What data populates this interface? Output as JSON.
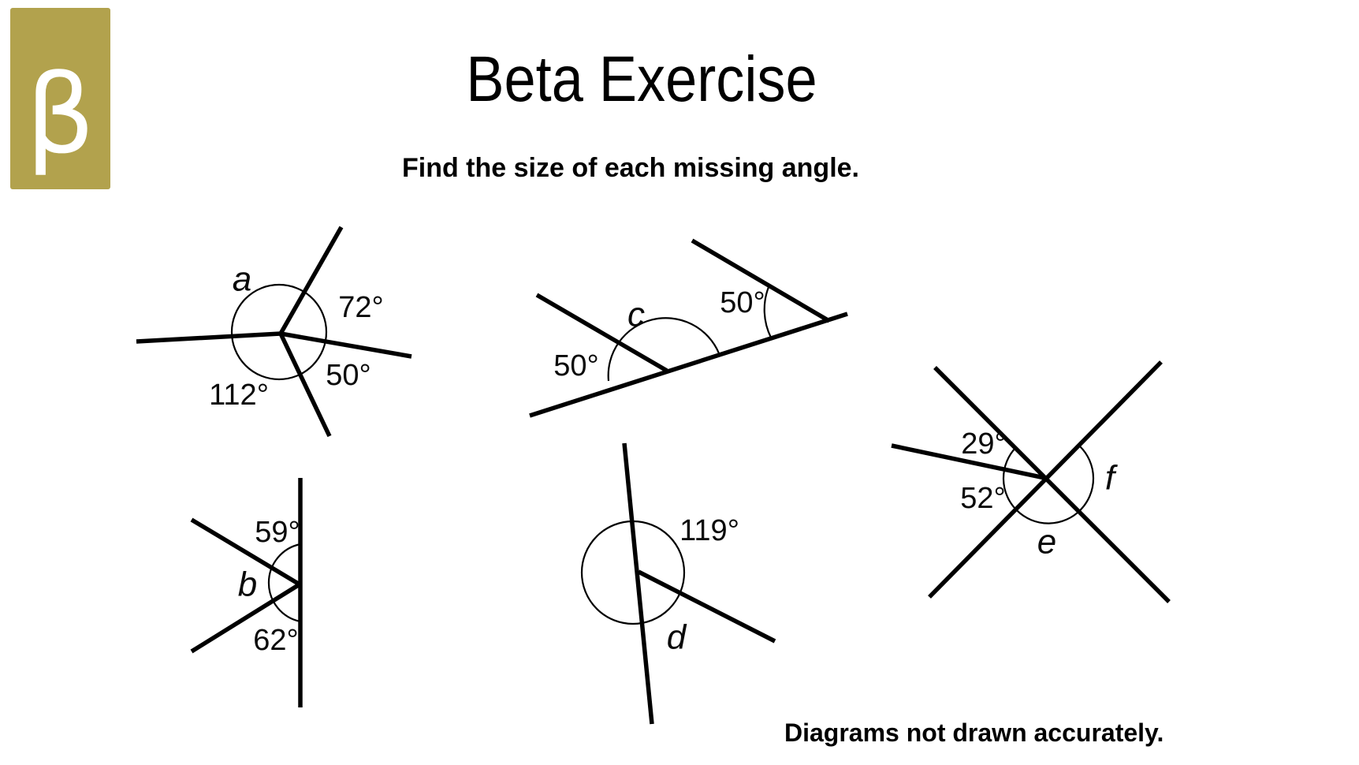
{
  "page": {
    "title": "Beta Exercise",
    "subtitle": "Find the size of each missing angle.",
    "footer": "Diagrams not drawn accurately.",
    "logo": {
      "letter": "β",
      "color": "#b2a24d"
    }
  },
  "diagrams": [
    {
      "key": "a",
      "type": "angles-around-a-point",
      "labels": {
        "unknown": "a",
        "top_right": "72°",
        "right": "50°",
        "bottom_left": "112°"
      }
    },
    {
      "key": "c",
      "type": "angles-on-a-line",
      "labels": {
        "unknown": "c",
        "left": "50°",
        "right": "50°"
      }
    },
    {
      "key": "b",
      "type": "angles-on-a-line",
      "labels": {
        "unknown": "b",
        "top": "59°",
        "bottom": "62°"
      }
    },
    {
      "key": "d",
      "type": "angles-on-a-line",
      "labels": {
        "unknown": "d",
        "top_right": "119°"
      }
    },
    {
      "key": "ef",
      "type": "angles-at-crossing-lines",
      "labels": {
        "upper_left": "29°",
        "lower_left": "52°",
        "unknown_e": "e",
        "unknown_f": "f"
      }
    }
  ]
}
